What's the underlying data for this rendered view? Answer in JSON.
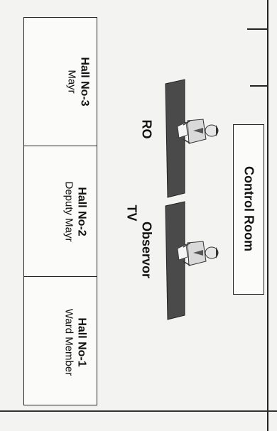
{
  "halls": [
    {
      "id": "hall-3",
      "title": "Hall No-3",
      "sub": "Mayr"
    },
    {
      "id": "hall-2",
      "title": "Hall No-2",
      "sub": "Deputy Mayr"
    },
    {
      "id": "hall-1",
      "title": "Hall No-1",
      "sub": "Ward Member"
    }
  ],
  "control_room": {
    "label": "Control Room"
  },
  "stations": [
    {
      "id": "ro",
      "label": "RO"
    },
    {
      "id": "observer",
      "label": "Observor"
    }
  ],
  "tv_label": "TV",
  "colors": {
    "desk": "#4a4a4a",
    "line": "#222222"
  }
}
